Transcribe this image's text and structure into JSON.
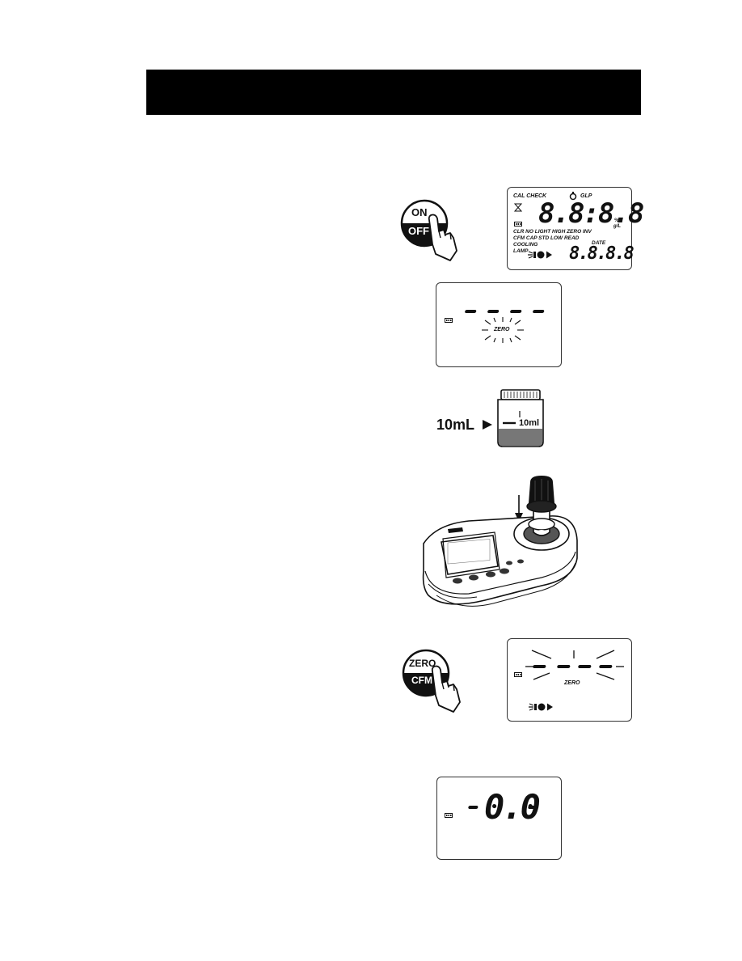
{
  "header": {
    "title": ""
  },
  "step1": {
    "button": {
      "top": "ON",
      "bottom": "OFF"
    },
    "lcd": {
      "cal_check": "CAL CHECK",
      "glp": "GLP",
      "main_digits": "8.8:8.8",
      "units_pct": "%",
      "units_gpl": "g/L",
      "status_line1": "CLR NO LIGHT HIGH ZERO INV",
      "status_line2": "CFM CAP STD LOW READ",
      "cooling": "COOLING",
      "lamp": "LAMP",
      "date_label": "DATE",
      "date_digits": "8.8.8.8"
    }
  },
  "step2": {
    "lcd": {
      "zero_label": "ZERO"
    }
  },
  "step3": {
    "left_label": "10mL",
    "vial_label": "10ml"
  },
  "step4": {},
  "step5": {
    "button": {
      "top": "ZERO",
      "bottom": "CFM"
    },
    "lcd": {
      "zero_label": "ZERO"
    }
  },
  "step6": {
    "lcd": {
      "reading": "0.0"
    }
  },
  "icons": [
    "power-button-icon",
    "hand-press-icon",
    "battery-icon",
    "hourglass-icon",
    "timer-icon",
    "lamp-icon",
    "down-arrow-icon",
    "triangle-arrow-icon",
    "meter-device-icon",
    "vial-icon"
  ]
}
